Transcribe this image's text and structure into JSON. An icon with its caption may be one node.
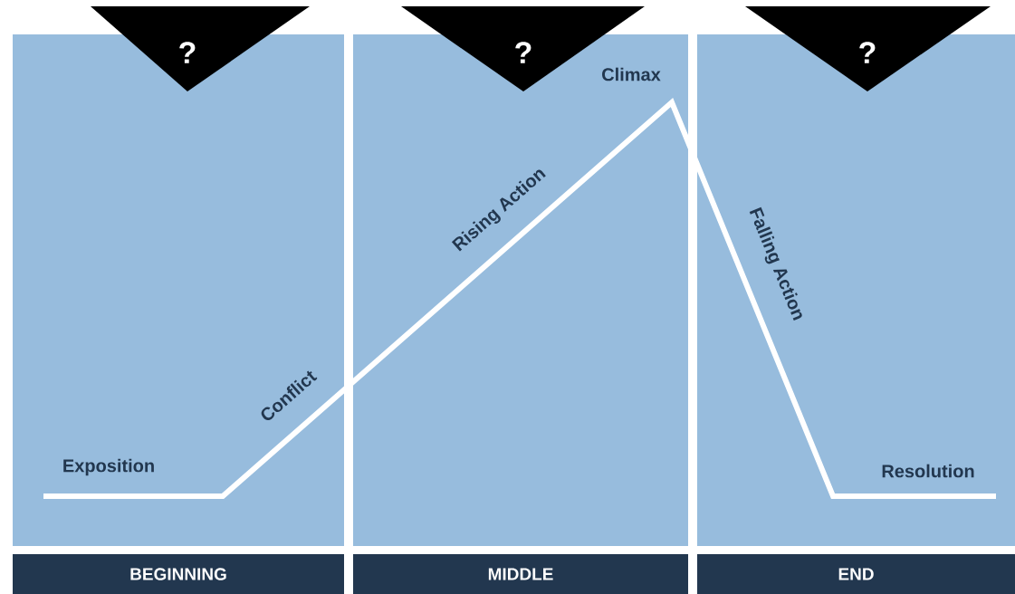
{
  "diagram": {
    "nodes": [
      {
        "text": [
          "?"
        ]
      },
      {
        "text": [
          "?"
        ]
      },
      {
        "text": [
          "?"
        ]
      },
      {
        "text": [
          "BEGINNING"
        ]
      },
      {
        "text": [
          "MIDDLE"
        ]
      },
      {
        "text": [
          "END"
        ]
      }
    ],
    "labels": [
      "Climax",
      "Rising Action",
      "Falling Action",
      "Conflict",
      "Exposition",
      "Resolution"
    ]
  }
}
